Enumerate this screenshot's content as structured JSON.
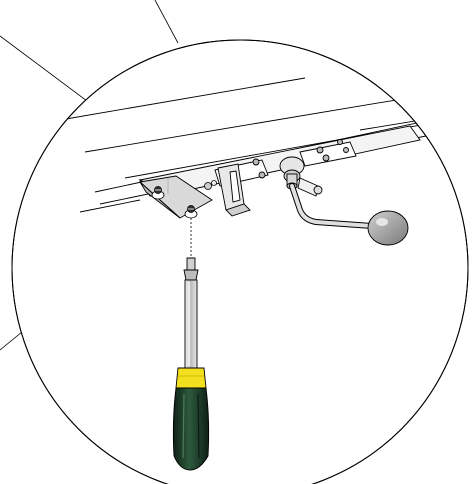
{
  "diagram": {
    "parts": [
      {
        "id": "detail-circle",
        "icon": "magnifier-circle"
      },
      {
        "id": "rail-assembly",
        "icon": "rail"
      },
      {
        "id": "mounting-plate",
        "icon": "plate"
      },
      {
        "id": "screw-left",
        "icon": "screw"
      },
      {
        "id": "screw-right",
        "icon": "screw"
      },
      {
        "id": "crank-handle",
        "icon": "crank"
      },
      {
        "id": "screwdriver",
        "icon": "screwdriver"
      }
    ],
    "colors": {
      "line": "#000000",
      "plate": "#d9d9d9",
      "metal": "#c8c8c8",
      "handle_green": "#1f3a2a",
      "collar_yellow": "#f2df1e",
      "knob_gray": "#9a9a9a"
    }
  }
}
